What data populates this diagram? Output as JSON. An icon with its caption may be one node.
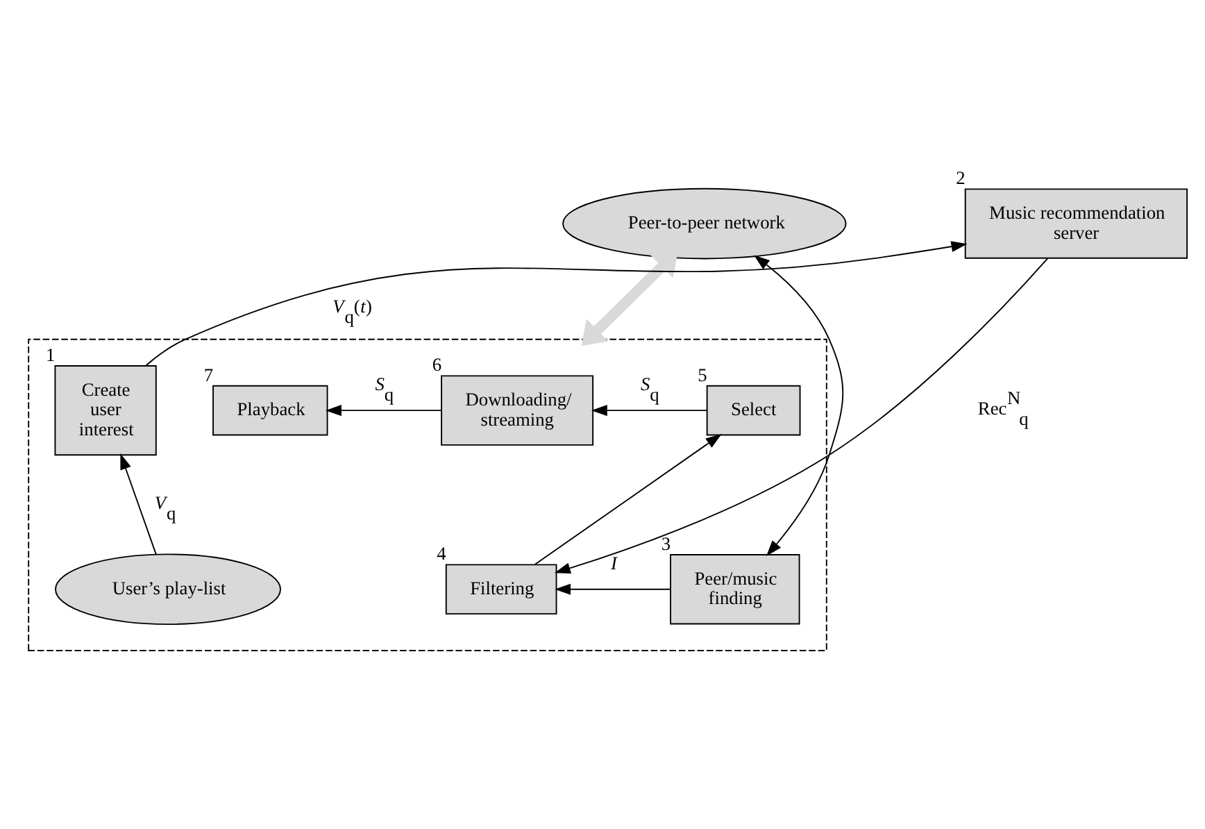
{
  "diagram": {
    "nodes": [
      {
        "text": [
          "Peer-to-peer network"
        ]
      },
      {
        "text": [
          "Music recommendation server"
        ],
        "beside": [
          "2"
        ]
      },
      {
        "text": [],
        "shape": "box"
      },
      {
        "text": [
          "Playback"
        ],
        "in": 2,
        "beside": [
          "7"
        ]
      },
      {
        "text": [
          "Downloading/ streaming"
        ],
        "in": 2,
        "beside": [
          "6"
        ]
      },
      {
        "text": [
          "Select"
        ],
        "in": 2,
        "beside": [
          "5"
        ]
      },
      {
        "text": [
          "Create user interest"
        ],
        "in": 2,
        "beside": [
          "1"
        ]
      },
      {
        "text": [
          "Peer/music finding"
        ],
        "in": 2,
        "beside": [
          "3"
        ]
      },
      {
        "text": [
          "Filtering"
        ],
        "in": 2,
        "beside": [
          "4"
        ]
      },
      {
        "text": [
          "User’s play-list"
        ],
        "in": 2
      }
    ],
    "edges": [
      {
        "from": 0,
        "to": 7,
        "arrow": "both"
      },
      {
        "from": 0,
        "to": 2,
        "arrow": "both",
        "style": "thick",
        "color": "#d9d9d9"
      },
      {
        "from": 4,
        "to": 3,
        "arrow": "to",
        "label": "*S*$_{q}$"
      },
      {
        "from": 5,
        "to": 4,
        "arrow": "to",
        "label": "*S*$_{q}$"
      },
      {
        "from": 8,
        "to": 5,
        "arrow": "to"
      },
      {
        "from": 7,
        "to": 8,
        "arrow": "to",
        "label": "*I*"
      },
      {
        "from": 1,
        "to": 8,
        "arrow": "to",
        "label": "Rec$^{N}$$_{q}$"
      },
      {
        "from": 6,
        "to": 1,
        "arrow": "to",
        "label": "*V*$_{q}$(*t*)"
      },
      {
        "from": 9,
        "to": 6,
        "arrow": "to",
        "label": "*V*$_{q}$"
      }
    ]
  }
}
